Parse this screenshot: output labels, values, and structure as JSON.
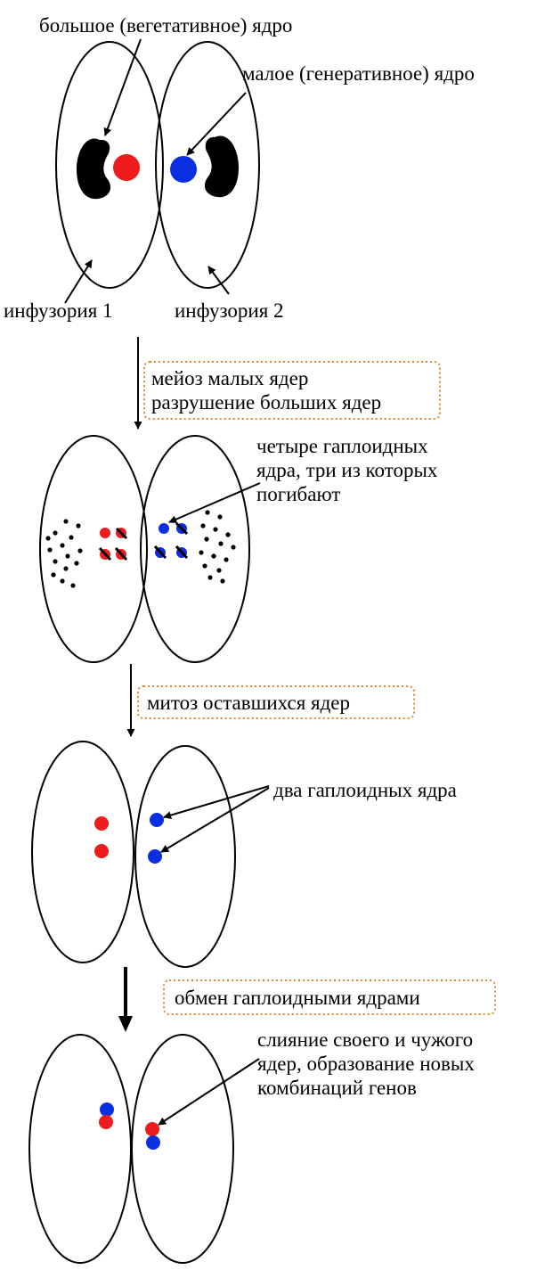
{
  "stage1": {
    "label_macronucleus": "большое (вегетативное) ядро",
    "label_micronucleus": "малое (генеративное) ядро",
    "label_cell1": "инфузория 1",
    "label_cell2": "инфузория 2"
  },
  "step1": {
    "line1": "мейоз малых ядер",
    "line2": "разрушение больших ядер"
  },
  "stage2": {
    "label_line1": "четыре гаплоидных",
    "label_line2": "ядра, три из которых",
    "label_line3": "погибают"
  },
  "step2": {
    "line1": "митоз оставшихся ядер"
  },
  "stage3": {
    "label": "два гаплоидных ядра"
  },
  "step3": {
    "line1": "обмен гаплоидными ядрами"
  },
  "stage4": {
    "label_line1": "слияние своего и чужого",
    "label_line2": "ядер, образование новых",
    "label_line3": "комбинаций генов"
  },
  "colors": {
    "red_nucleus": "#ee1c1c",
    "blue_nucleus": "#0b2fe0",
    "box_border": "#e08a2c"
  }
}
